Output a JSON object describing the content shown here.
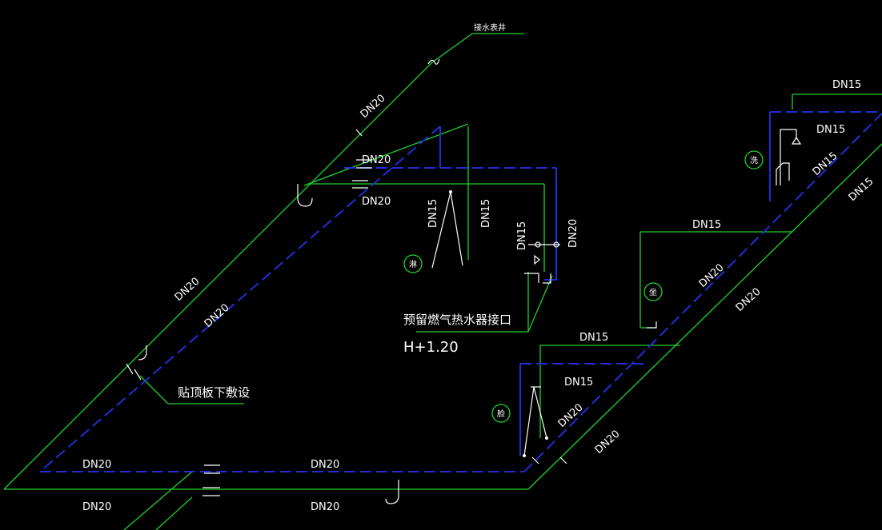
{
  "labels": {
    "meter_well": "接水表井",
    "gas_heater": "预留燃气热水器接口",
    "elevation": "H+1.20",
    "ceiling_note": "贴顶板下敷设",
    "dn20": "DN20",
    "dn15": "DN15"
  },
  "fixtures": {
    "shower": "淋",
    "toilet": "坐",
    "basin": "脸",
    "sink": "洗"
  },
  "colors": {
    "background": "#000000",
    "cold_pipe": "#1fd12a",
    "hot_pipe": "#1e2fd8",
    "text": "#ffffff"
  }
}
